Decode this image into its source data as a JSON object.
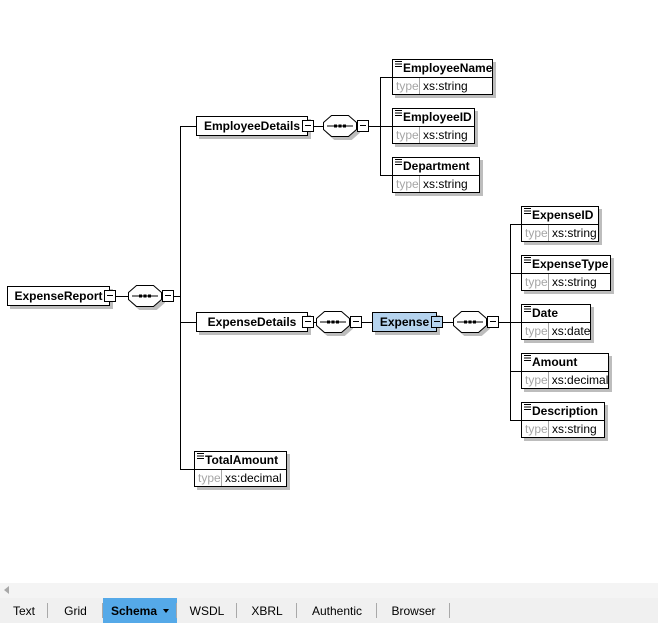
{
  "colors": {
    "selection_fill": "#b5d3ee",
    "selected_tab_blue": "#55a9e8",
    "box_shadow_gray": "#bdbdbd",
    "type_label_gray": "#a6a6a6",
    "connector_line": "#000000"
  },
  "schema_diagram": {
    "type_label": "type",
    "elements": {
      "expense_report": {
        "label": "ExpenseReport"
      },
      "employee_details": {
        "label": "EmployeeDetails"
      },
      "employee_name": {
        "label": "EmployeeName",
        "type": "xs:string"
      },
      "employee_id": {
        "label": "EmployeeID",
        "type": "xs:string"
      },
      "department": {
        "label": "Department",
        "type": "xs:string"
      },
      "expense_details": {
        "label": "ExpenseDetails"
      },
      "expense": {
        "label": "Expense",
        "selected": true
      },
      "expense_id": {
        "label": "ExpenseID",
        "type": "xs:string"
      },
      "expense_type": {
        "label": "ExpenseType",
        "type": "xs:string"
      },
      "date": {
        "label": "Date",
        "type": "xs:date"
      },
      "amount": {
        "label": "Amount",
        "type": "xs:decimal"
      },
      "description": {
        "label": "Description",
        "type": "xs:string"
      },
      "total_amount": {
        "label": "TotalAmount",
        "type": "xs:decimal"
      }
    }
  },
  "view_tabs": {
    "selected": "Schema",
    "items": [
      {
        "label": "Text"
      },
      {
        "label": "Grid"
      },
      {
        "label": "Schema"
      },
      {
        "label": "WSDL"
      },
      {
        "label": "XBRL"
      },
      {
        "label": "Authentic"
      },
      {
        "label": "Browser"
      }
    ]
  }
}
